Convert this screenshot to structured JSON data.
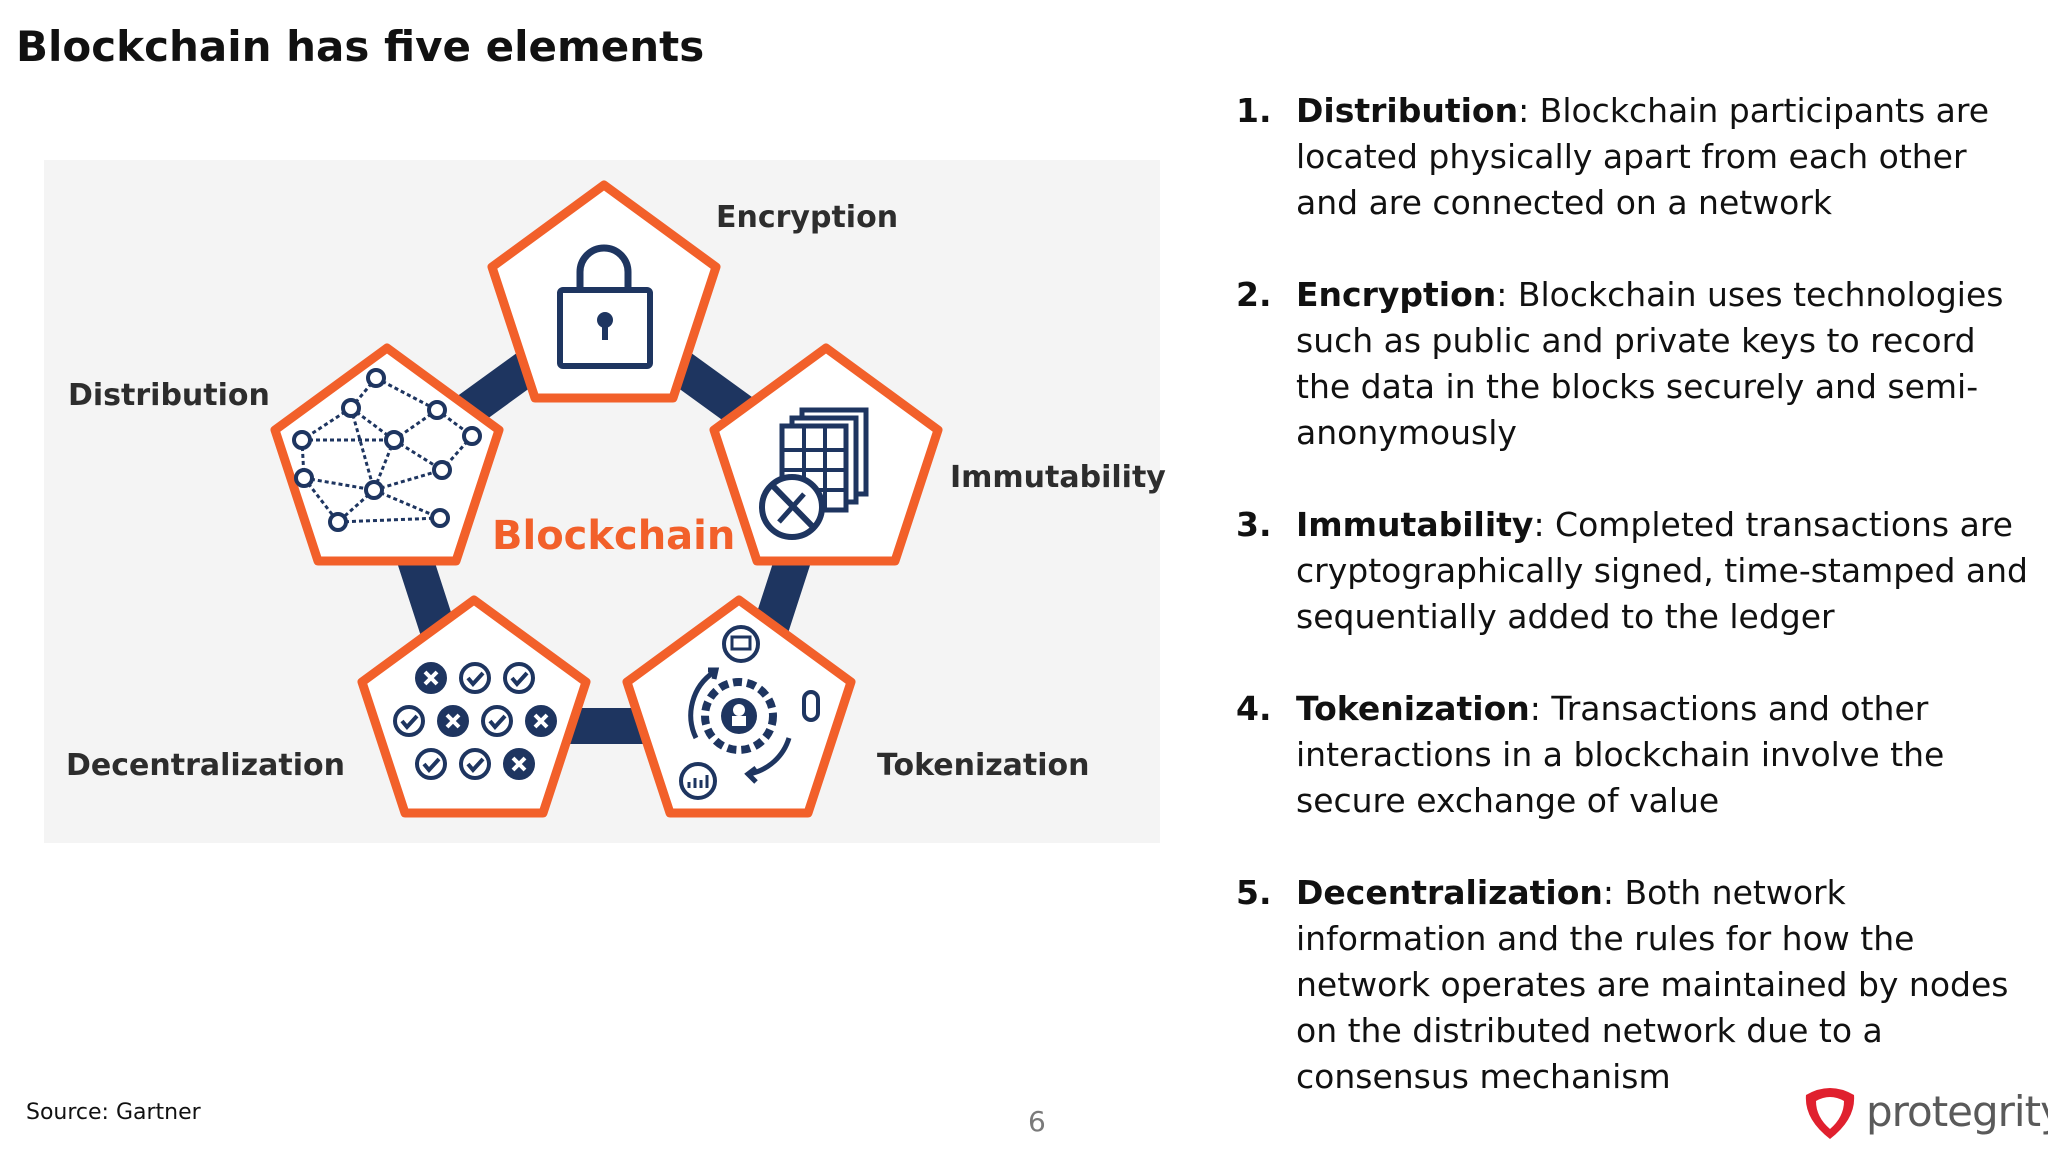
{
  "slide": {
    "title": "Blockchain has five elements",
    "source": "Source: Gartner",
    "page_number": "6"
  },
  "diagram": {
    "center_label": "Blockchain",
    "labels": {
      "encryption": "Encryption",
      "distribution": "Distribution",
      "immutability": "Immutability",
      "decentralization": "Decentralization",
      "tokenization": "Tokenization"
    },
    "colors": {
      "accent": "#f2602a",
      "navy": "#1e3560",
      "panel": "#f4f4f4"
    }
  },
  "points": [
    {
      "number": "1.",
      "term": "Distribution",
      "text": ": Blockchain participants are located physically apart from each other and are connected on a network"
    },
    {
      "number": "2.",
      "term": "Encryption",
      "text": ": Blockchain uses technologies such as public and private keys to record the data in the blocks securely and semi-anonymously"
    },
    {
      "number": "3.",
      "term": "Immutability",
      "text": ": Completed transactions are cryptographically signed, time-stamped and sequentially added to the ledger"
    },
    {
      "number": "4.",
      "term": "Tokenization",
      "text": ": Transactions and other interactions in a blockchain involve the secure exchange of value"
    },
    {
      "number": "5.",
      "term": "Decentralization",
      "text": ": Both network information and the rules for how the network operates are maintained by nodes on the distributed network due to a consensus mechanism"
    }
  ],
  "logo": {
    "wordmark": "protegrity"
  }
}
